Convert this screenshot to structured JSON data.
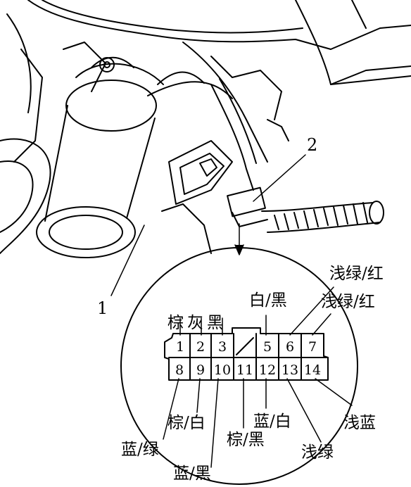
{
  "callouts": {
    "part_1": "1",
    "part_2": "2"
  },
  "connector": {
    "top_row": [
      "1",
      "2",
      "3",
      "5",
      "6",
      "7"
    ],
    "bottom_row": [
      "8",
      "9",
      "10",
      "11",
      "12",
      "13",
      "14"
    ]
  },
  "wire_colors": {
    "pin1": "棕",
    "pin2": "灰",
    "pin3": "黑",
    "pin5": "白/黑",
    "pin6": "浅绿/红",
    "pin7": "浅绿/红",
    "pin8": "蓝/绿",
    "pin9": "棕/白",
    "pin10": "蓝/黑",
    "pin11": "棕/黑",
    "pin12": "蓝/白",
    "pin13": "浅绿",
    "pin14": "浅蓝"
  },
  "colors": {
    "ink": "#000000",
    "background": "#ffffff"
  }
}
